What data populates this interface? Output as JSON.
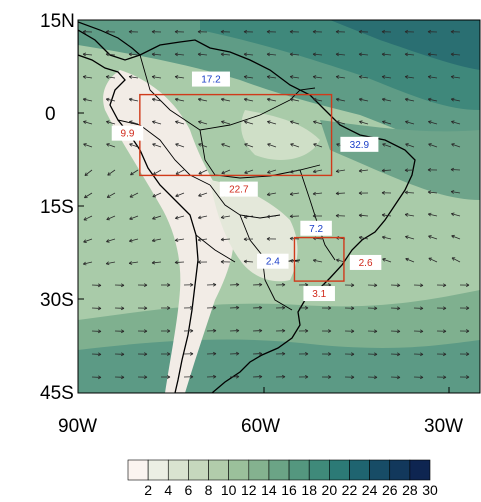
{
  "map": {
    "lat_labels": [
      "15N",
      "0",
      "15S",
      "30S",
      "45S"
    ],
    "lon_labels": [
      "90W",
      "60W",
      "30W"
    ],
    "extent": {
      "lon": [
        -90,
        -25
      ],
      "lat": [
        -45,
        15
      ]
    }
  },
  "boxes": [
    {
      "name": "amazon-box",
      "lon": [
        -80,
        -49
      ],
      "lat": [
        -10,
        3
      ],
      "color": "#d03a1a"
    },
    {
      "name": "south-box",
      "lon": [
        -55,
        -47
      ],
      "lat": [
        -27,
        -20
      ],
      "color": "#d03a1a"
    }
  ],
  "flux_labels": [
    {
      "name": "amazon-north",
      "text": "17.2",
      "color": "#1a3ec8",
      "lon": -68.5,
      "lat": 5.5
    },
    {
      "name": "amazon-west",
      "text": "9.9",
      "color": "#d0281a",
      "lon": -82.0,
      "lat": -3.2
    },
    {
      "name": "amazon-east",
      "text": "32.9",
      "color": "#1a3ec8",
      "lon": -44.5,
      "lat": -5.0
    },
    {
      "name": "amazon-south",
      "text": "22.7",
      "color": "#d0281a",
      "lon": -64.0,
      "lat": -12.2
    },
    {
      "name": "south-north",
      "text": "7.2",
      "color": "#1a3ec8",
      "lon": -51.5,
      "lat": -18.5
    },
    {
      "name": "south-west",
      "text": "2.4",
      "color": "#1a3ec8",
      "lon": -58.5,
      "lat": -23.8
    },
    {
      "name": "south-east",
      "text": "2.6",
      "color": "#d0281a",
      "lon": -43.5,
      "lat": -24.0
    },
    {
      "name": "south-south",
      "text": "3.1",
      "color": "#d0281a",
      "lon": -51.0,
      "lat": -29.0
    }
  ],
  "colorbar": {
    "labels": [
      "2",
      "4",
      "6",
      "8",
      "10",
      "12",
      "14",
      "16",
      "18",
      "20",
      "22",
      "24",
      "26",
      "28",
      "30"
    ],
    "colors": [
      "#fbf4f0",
      "#ecefe4",
      "#d9e3d0",
      "#c6d8bd",
      "#b2ccab",
      "#9bc09b",
      "#84b28f",
      "#6ba486",
      "#54977f",
      "#3f8a7a",
      "#2c7a76",
      "#1f6470",
      "#174c66",
      "#12385c",
      "#0e2551"
    ]
  },
  "colors": {
    "land_outline": "#000000",
    "arrow": "#2a2a2a"
  }
}
